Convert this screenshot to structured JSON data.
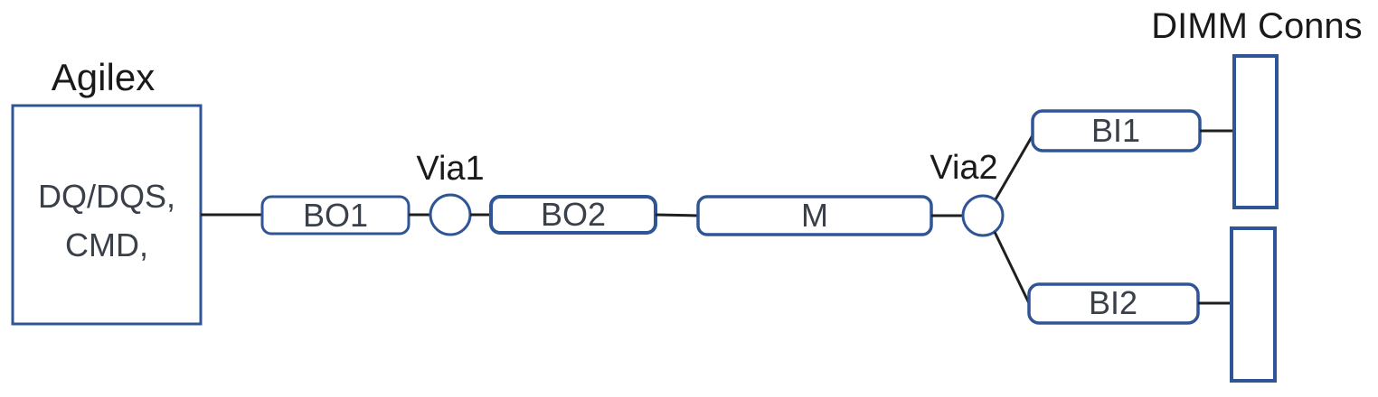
{
  "diagram": {
    "title_left": "Agilex",
    "title_right": "DIMM Conns",
    "source_block": {
      "line1": "DQ/DQS,",
      "line2": "CMD,"
    },
    "segments": {
      "bo1": "BO1",
      "bo2": "BO2",
      "m": "M",
      "bi1": "BI1",
      "bi2": "BI2"
    },
    "vias": {
      "via1": "Via1",
      "via2": "Via2"
    },
    "colors": {
      "outline_blue": "#2f5597",
      "line_black": "#1f1f1f",
      "text_dark": "#3a4049",
      "label_black": "#1a1a1a",
      "background": "#ffffff"
    }
  }
}
